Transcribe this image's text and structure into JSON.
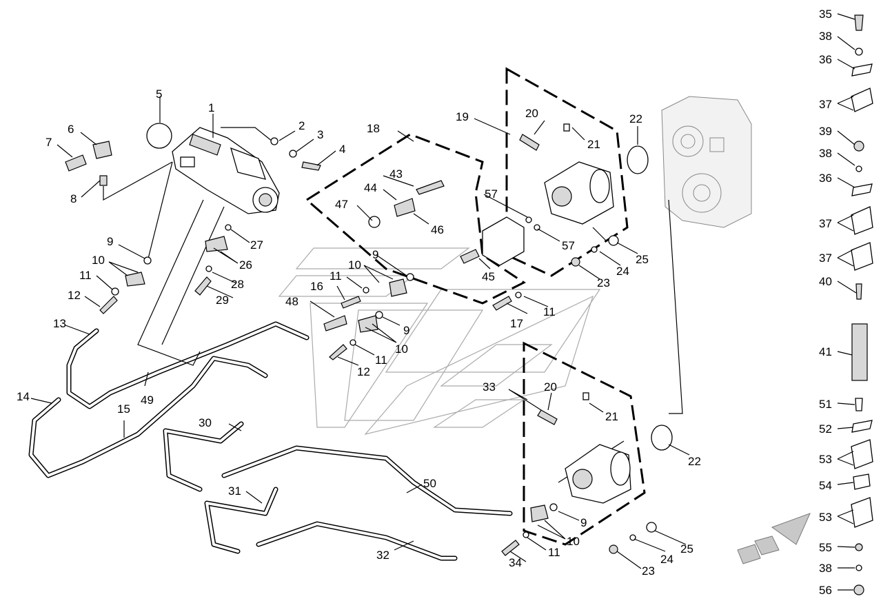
{
  "diagram": {
    "labels": {
      "1": "1",
      "2": "2",
      "3": "3",
      "4": "4",
      "5": "5",
      "6": "6",
      "7": "7",
      "8": "8",
      "9": "9",
      "10": "10",
      "11": "11",
      "12": "12",
      "13": "13",
      "14": "14",
      "15": "15",
      "16": "16",
      "17": "17",
      "18": "18",
      "19": "19",
      "20": "20",
      "21": "21",
      "22": "22",
      "23": "23",
      "24": "24",
      "25": "25",
      "26": "26",
      "27": "27",
      "28": "28",
      "29": "29",
      "30": "30",
      "31": "31",
      "32": "32",
      "33": "33",
      "34": "34",
      "35": "35",
      "36": "36",
      "37": "37",
      "38": "38",
      "39": "39",
      "40": "40",
      "41": "41",
      "43": "43",
      "44": "44",
      "45": "45",
      "46": "46",
      "47": "47",
      "48": "48",
      "49": "49",
      "50": "50",
      "51": "51",
      "52": "52",
      "53": "53",
      "54": "54",
      "55": "55",
      "56": "56",
      "57": "57"
    }
  }
}
